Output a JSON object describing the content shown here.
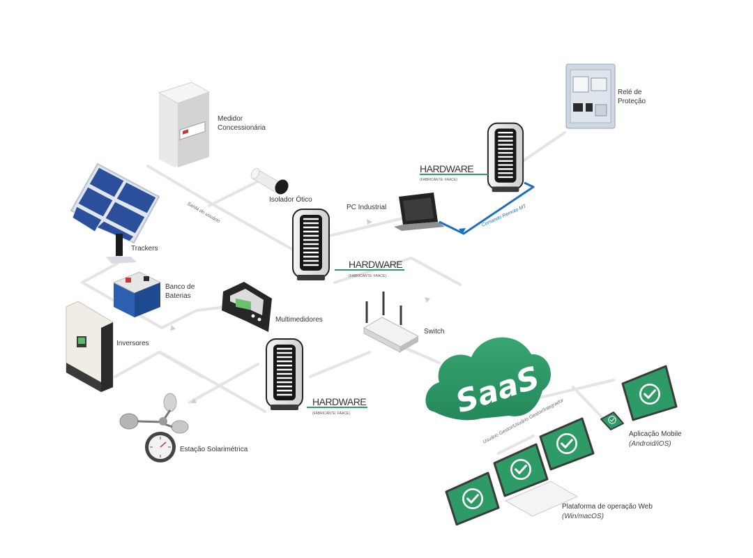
{
  "labels": {
    "medidor_line1": "Medidor",
    "medidor_line2": "Concessionária",
    "isolador": "Isolador Ótico",
    "pc": "PC Industrial",
    "rele_line1": "Relé de",
    "rele_line2": "Proteção",
    "trackers": "Trackers",
    "banco_line1": "Banco de",
    "banco_line2": "Baterias",
    "multimedidores": "Multimedidores",
    "inversores": "Inversores",
    "switch": "Switch",
    "estacao": "Estação Solarimétrica",
    "mobile_title": "Aplicação Mobile",
    "mobile_sub": "(Android/iOS)",
    "web_title": "Plataforma de operação Web",
    "web_sub": "(Win/macOS)"
  },
  "hardware": {
    "title": "HARDWARE",
    "subtitle": "(FABRICANTE: FAACE)"
  },
  "paths": {
    "saida": "Saída do usuário",
    "comando": "Comando Remoto MT",
    "usuario": "Usuário Gestor/Usuário Gestor/Integrador"
  },
  "saas": "SaaS",
  "colors": {
    "green": "#2e9a66",
    "blue": "#1f6fc0",
    "line": "#e6e6e6"
  }
}
